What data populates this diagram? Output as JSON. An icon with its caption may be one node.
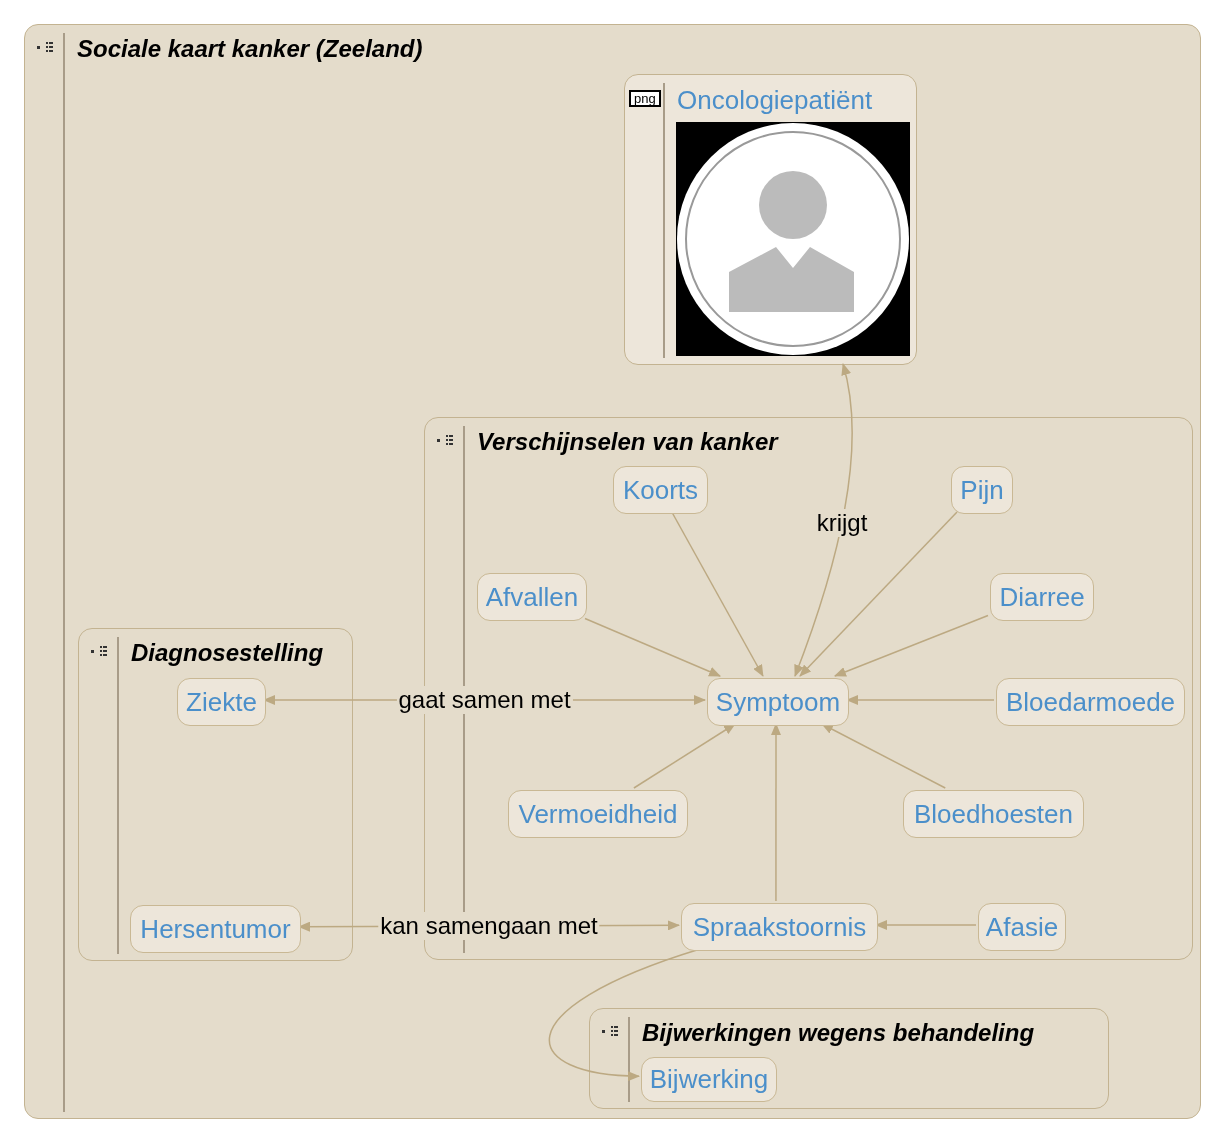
{
  "diagram": {
    "nodes": [
      {
        "text": [
          "Sociale kaart kanker (Zeeland)"
        ]
      },
      {
        "text": [
          "Oncologiepatiënt"
        ],
        "in": 0
      },
      {
        "text": [
          "Verschijnselen van kanker"
        ],
        "in": 0
      },
      {
        "text": [
          "Koorts"
        ],
        "in": 2
      },
      {
        "text": [
          "Pijn"
        ],
        "in": 2
      },
      {
        "text": [
          "Afvallen"
        ],
        "in": 2
      },
      {
        "text": [
          "Diarree"
        ],
        "in": 2
      },
      {
        "text": [
          "Diagnosestelling"
        ],
        "in": 0
      },
      {
        "text": [
          "Ziekte"
        ],
        "in": 7
      },
      {
        "text": [
          "Symptoom"
        ],
        "in": 2
      },
      {
        "text": [
          "Bloedarmoede"
        ],
        "in": 2
      },
      {
        "text": [
          "Vermoeidheid"
        ],
        "in": 2
      },
      {
        "text": [
          "Bloedhoesten"
        ],
        "in": 2
      },
      {
        "text": [
          "Hersentumor"
        ],
        "in": 7
      },
      {
        "text": [
          "Spraakstoornis"
        ],
        "in": 2
      },
      {
        "text": [
          "Afasie"
        ],
        "in": 2
      },
      {
        "text": [
          "Bijwerkingen wegens behandeling"
        ],
        "in": 0
      },
      {
        "text": [
          "Bijwerking"
        ],
        "in": 16
      }
    ],
    "edges": [
      {
        "from": 9,
        "to": 1,
        "arrow": "both",
        "label": "krijgt"
      },
      {
        "from": 3,
        "to": 9,
        "arrow": "to"
      },
      {
        "from": 4,
        "to": 9,
        "arrow": "to"
      },
      {
        "from": 5,
        "to": 9,
        "arrow": "to"
      },
      {
        "from": 6,
        "to": 9,
        "arrow": "to"
      },
      {
        "from": 10,
        "to": 9,
        "arrow": "to"
      },
      {
        "from": 11,
        "to": 9,
        "arrow": "to"
      },
      {
        "from": 12,
        "to": 9,
        "arrow": "to"
      },
      {
        "from": 14,
        "to": 9,
        "arrow": "to"
      },
      {
        "from": 15,
        "to": 14,
        "arrow": "to"
      },
      {
        "from": 9,
        "to": 8,
        "arrow": "both",
        "label": "gaat samen met"
      },
      {
        "from": 14,
        "to": 13,
        "arrow": "both",
        "label": "kan samengaan met"
      },
      {
        "from": 14,
        "to": 17,
        "arrow": "to"
      }
    ],
    "labels": [
      "png"
    ]
  }
}
